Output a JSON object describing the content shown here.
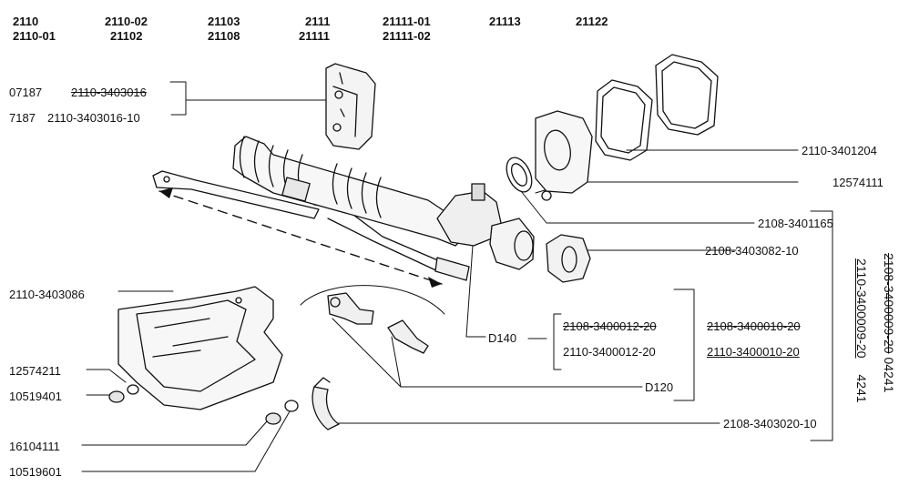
{
  "header": {
    "columns": [
      [
        "2110",
        "2110-01"
      ],
      [
        "2110-02",
        "21102"
      ],
      [
        "21103",
        "21108"
      ],
      [
        "2111",
        "21111"
      ],
      [
        "21111-01",
        "21111-02"
      ],
      [
        "21113",
        ""
      ],
      [
        "21122",
        ""
      ]
    ]
  },
  "parts": {
    "bracket_alt_code": "07187",
    "bracket_pn": "2110-3403016",
    "bracket_alt_code2": "7187",
    "bracket_pn2": "2110-3403016-10",
    "gasket_pn": "2110-3401204",
    "nut_pn": "12574111",
    "seal_pn": "2108-3401165",
    "boot_pn": "2108-3403082-10",
    "shield_pn": "2110-3403086",
    "washer_pn": "12574211",
    "nut2_pn": "10519401",
    "washer2_pn": "16104111",
    "nut3_pn": "10519601",
    "clamp_pn": "2108-3403020-10",
    "d140": "D140",
    "d120": "D120",
    "rack_pn_old": "2108-3400012-20",
    "rack_pn": "2110-3400012-20",
    "assembly_pn_old": "2108-3400010-20",
    "assembly_pn": "2110-3400010-20",
    "vertical_pn_old": "2108-3400009-20",
    "vertical_code": "04241",
    "vertical_pn": "2110-3400009-20",
    "vertical_code2": "4241"
  }
}
